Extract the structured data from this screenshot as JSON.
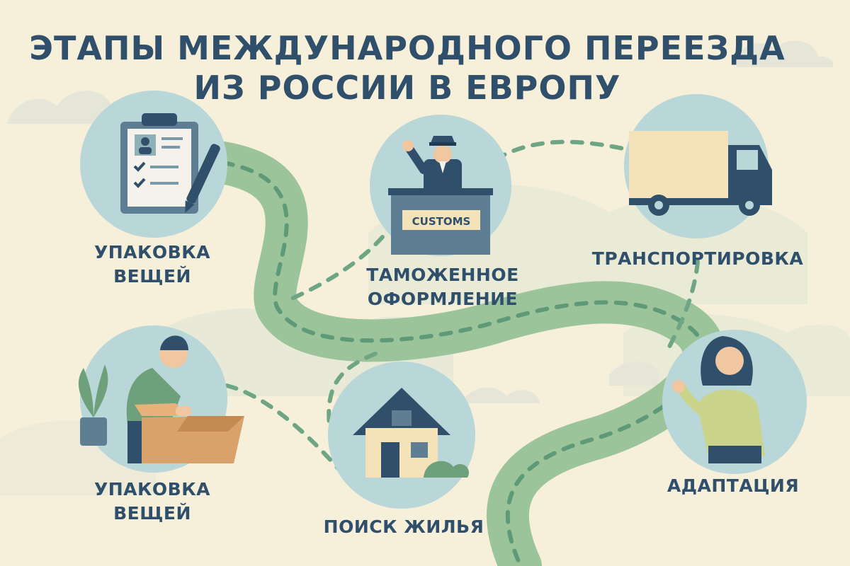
{
  "title": {
    "line1": "ЭТАПЫ МЕЖДУНАРОДНОГО ПЕРЕЕЗДА",
    "line2": "ИЗ РОССИИ В ЕВРОПУ"
  },
  "steps": [
    {
      "line1": "УПАКОВКА",
      "line2": "ВЕЩЕЙ",
      "icon": "clipboard-document-icon"
    },
    {
      "line1": "ТАМОЖЕННОЕ",
      "line2": "ОФОРМЛЕНИЕ",
      "icon": "customs-officer-icon",
      "sign": "CUSTOMS"
    },
    {
      "line1": "ТРАНСПОРТИРОВКА",
      "line2": "",
      "icon": "truck-icon"
    },
    {
      "line1": "УПАКОВКА",
      "line2": "ВЕЩЕЙ",
      "icon": "packing-box-icon"
    },
    {
      "line1": "ПОИСК ЖИЛЬЯ",
      "line2": "",
      "icon": "house-icon"
    },
    {
      "line1": "АДАПТАЦИЯ",
      "line2": "",
      "icon": "waving-woman-icon"
    }
  ],
  "colors": {
    "background": "#f6efd9",
    "circle": "#b9d6d8",
    "road": "#9cc49a",
    "road_dash": "#5f9a78",
    "text": "#2f4f6b",
    "navy": "#2f4f6b"
  }
}
